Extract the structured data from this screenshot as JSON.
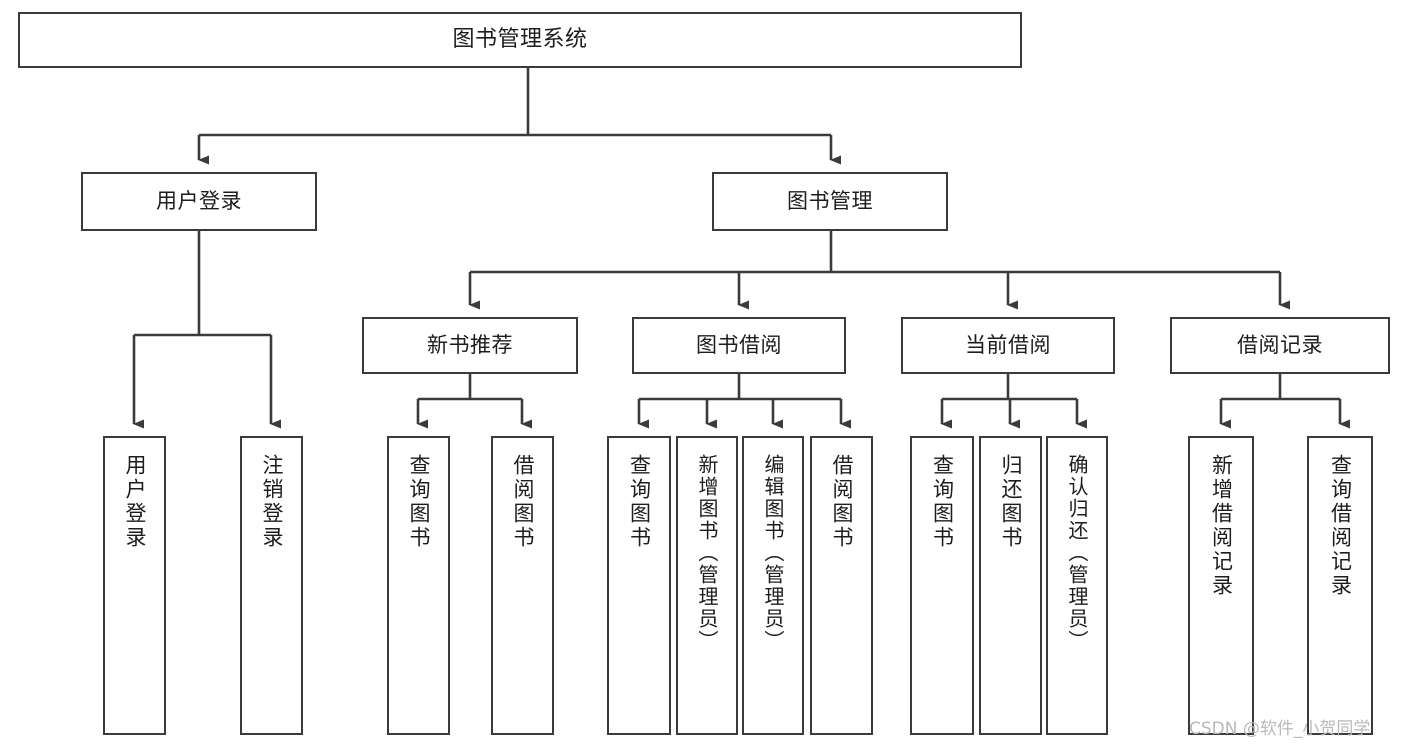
{
  "diagram": {
    "title": "图书管理系统",
    "type": "tree-hierarchy",
    "orientation": "top-down",
    "watermark": "CSDN @软件_小贺同学",
    "colors": {
      "background": "#ffffff",
      "box_border": "#3b3b3b",
      "box_fill": "#ffffff",
      "edge": "#3b3b3b",
      "text": "#1d1d1d",
      "watermark": "#b9b9b9"
    },
    "levels": {
      "root": {
        "label": "图书管理系统"
      },
      "level2": [
        {
          "id": "user-login",
          "label": "用户登录"
        },
        {
          "id": "book-manage",
          "label": "图书管理"
        }
      ],
      "level3": [
        {
          "id": "new-book-recommend",
          "label": "新书推荐"
        },
        {
          "id": "book-borrow",
          "label": "图书借阅"
        },
        {
          "id": "current-borrow",
          "label": "当前借阅"
        },
        {
          "id": "borrow-record",
          "label": "借阅记录"
        }
      ],
      "leaves": {
        "user_login": [
          {
            "id": "leaf-user-login",
            "label": "用户登录"
          },
          {
            "id": "leaf-logout-login",
            "label": "注销登录"
          }
        ],
        "new_book_recommend": [
          {
            "id": "leaf-query-book-1",
            "label": "查询图书"
          },
          {
            "id": "leaf-borrow-book-1",
            "label": "借阅图书"
          }
        ],
        "book_borrow": [
          {
            "id": "leaf-query-book-2",
            "label": "查询图书"
          },
          {
            "id": "leaf-add-book-admin",
            "label": "新增图书（管理员）"
          },
          {
            "id": "leaf-edit-book-admin",
            "label": "编辑图书（管理员）"
          },
          {
            "id": "leaf-borrow-book-2",
            "label": "借阅图书"
          }
        ],
        "current_borrow": [
          {
            "id": "leaf-query-book-3",
            "label": "查询图书"
          },
          {
            "id": "leaf-return-book",
            "label": "归还图书"
          },
          {
            "id": "leaf-confirm-return-admin",
            "label": "确认归还（管理员）"
          }
        ],
        "borrow_record": [
          {
            "id": "leaf-add-borrow-record",
            "label": "新增借阅记录"
          },
          {
            "id": "leaf-query-borrow-record",
            "label": "查询借阅记录"
          }
        ]
      }
    }
  }
}
